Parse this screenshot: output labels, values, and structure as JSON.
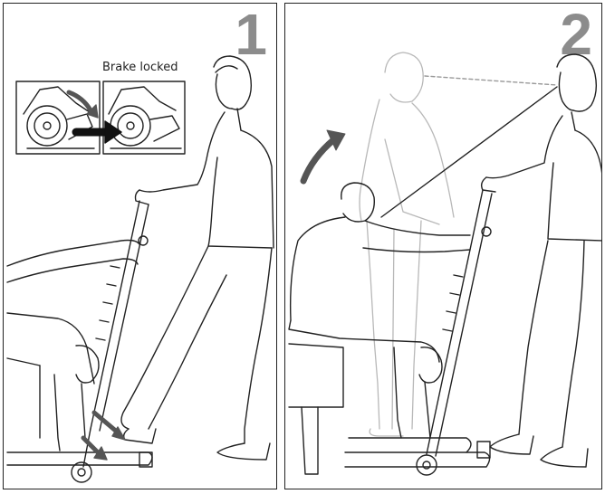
{
  "panels": [
    {
      "step": "1",
      "caption": "Brake locked"
    },
    {
      "step": "2"
    }
  ],
  "icons": {
    "arrow_color": "#555555",
    "number_color": "#8c8c8c"
  }
}
